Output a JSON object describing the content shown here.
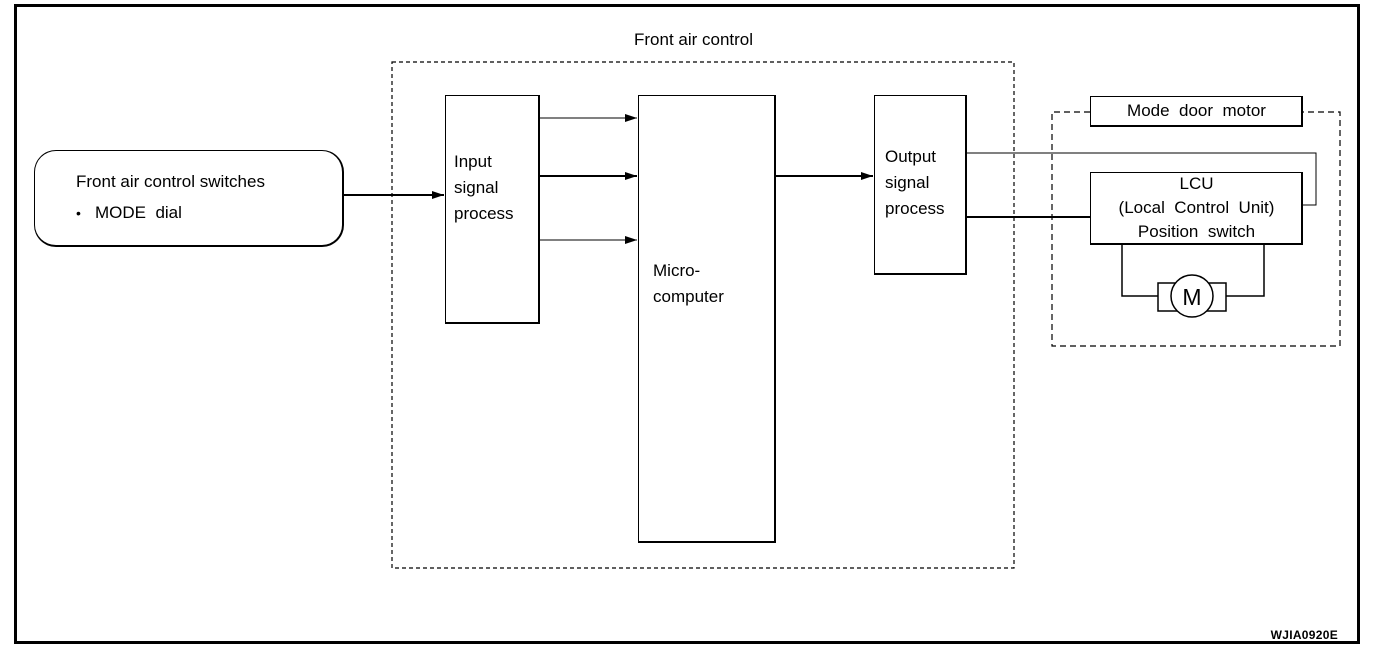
{
  "front_air_control": {
    "title": "Front air control"
  },
  "switches": {
    "title": "Front air control switches",
    "item_bullet": "•",
    "item": "MODE  dial"
  },
  "input_process": {
    "lines": [
      "Input",
      "signal",
      "process"
    ]
  },
  "microcomputer": {
    "lines": [
      "Micro-",
      "computer"
    ]
  },
  "output_process": {
    "lines": [
      "Output",
      "signal",
      "process"
    ]
  },
  "mode_door_motor": {
    "title": "Mode  door  motor",
    "lcu_lines": [
      "LCU",
      "(Local  Control  Unit)",
      "Position  switch"
    ],
    "motor_symbol": "M"
  },
  "figure_code": "WJIA0920E"
}
